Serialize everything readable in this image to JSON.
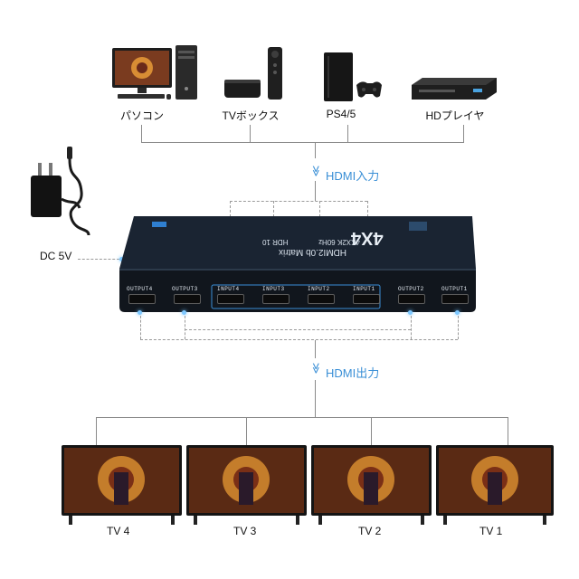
{
  "sources": [
    {
      "label": "パソコン",
      "icon": "computer-icon"
    },
    {
      "label": "TVボックス",
      "icon": "tv-box-icon"
    },
    {
      "label": "PS4/5",
      "icon": "game-console-icon"
    },
    {
      "label": "HDプレイヤ",
      "icon": "bluray-player-icon"
    }
  ],
  "hdmi_in_label": "HDMI入力",
  "hdmi_out_label": "HDMI出力",
  "arrow_glyph": "≫",
  "power_label": "DC 5V",
  "matrix": {
    "title": "4X4",
    "subtitle": "HDMI2.0b Matrix",
    "spec": "4KX2K 60Hz",
    "hdr": "HDR 10",
    "port_labels": [
      "OUTPUT4",
      "OUTPUT3",
      "INPUT4",
      "INPUT3",
      "INPUT2",
      "INPUT1",
      "OUTPUT2",
      "OUTPUT1"
    ]
  },
  "tvs": [
    {
      "label": "TV 4"
    },
    {
      "label": "TV 3"
    },
    {
      "label": "TV 2"
    },
    {
      "label": "TV 1"
    }
  ],
  "colors": {
    "accent": "#3a8fd6",
    "device_body": "#1b2430",
    "led": "#7ec8ff"
  }
}
